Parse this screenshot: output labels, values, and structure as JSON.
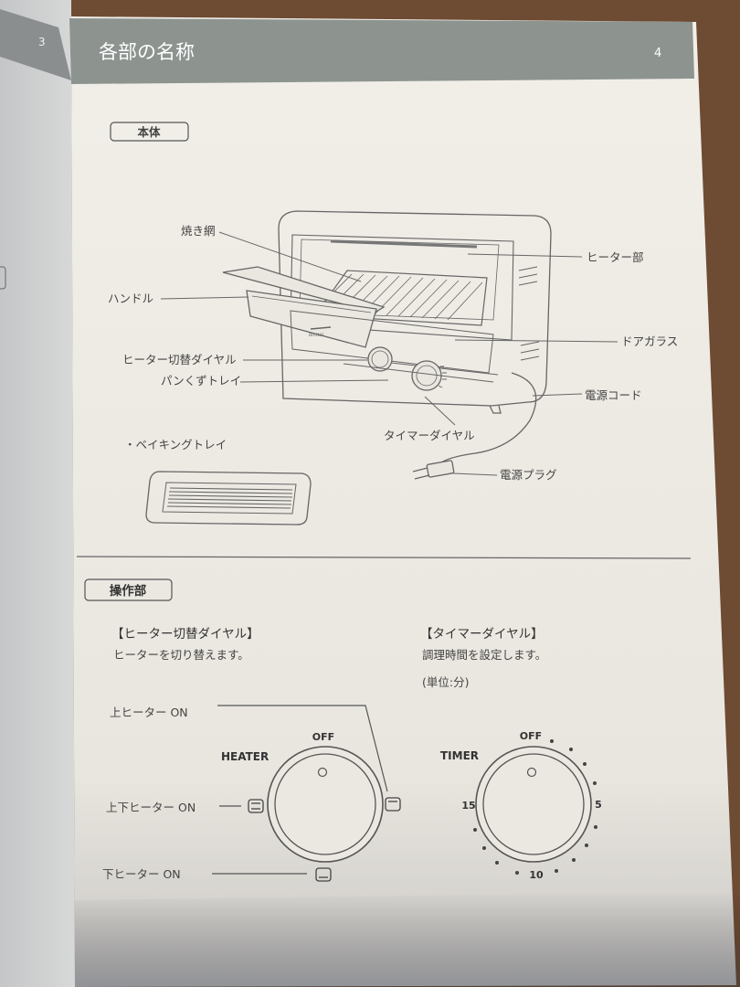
{
  "left_page": {
    "page_number": "3"
  },
  "header": {
    "title": "各部の名称",
    "page_number": "4"
  },
  "body_section": {
    "badge": "本体",
    "callouts": {
      "yakiami": "焼き網",
      "heater_part": "ヒーター部",
      "handle": "ハンドル",
      "door_glass": "ドアガラス",
      "heater_dial": "ヒーター切替ダイヤル",
      "crumb_tray": "パンくずトレイ",
      "power_cord": "電源コード",
      "timer_dial": "タイマーダイヤル",
      "plug": "電源プラグ",
      "baking_tray": "・ベイキングトレイ"
    },
    "brand_mark": "BRUNO"
  },
  "ops_section": {
    "badge": "操作部",
    "heater_dial": {
      "title": "【ヒーター切替ダイヤル】",
      "description": "ヒーターを切り替えます。",
      "dial_label": "HEATER",
      "off_label": "OFF",
      "modes": {
        "upper": "上ヒーター ON",
        "both": "上下ヒーター ON",
        "lower": "下ヒーター ON"
      }
    },
    "timer_dial": {
      "title": "【タイマーダイヤル】",
      "description": "調理時間を設定します。",
      "unit": "(単位:分)",
      "dial_label": "TIMER",
      "marks": {
        "off": "OFF",
        "five": "5",
        "ten": "10",
        "fifteen": "15"
      }
    }
  }
}
